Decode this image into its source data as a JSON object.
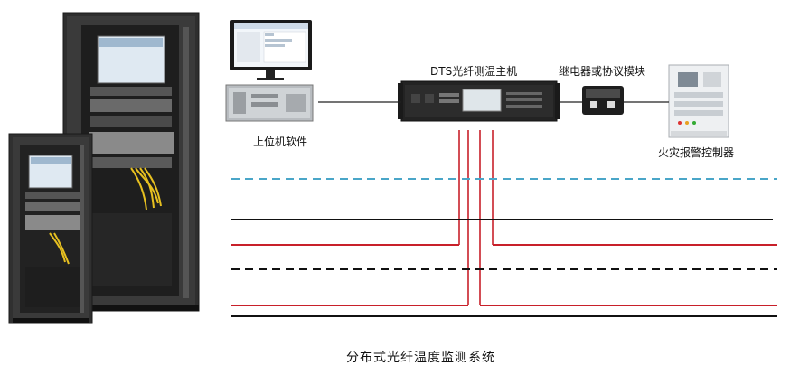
{
  "labels": {
    "host_unit": "DTS光纤测温主机",
    "relay_module": "继电器或协议模块",
    "pc_software": "上位机软件",
    "fire_controller": "火灾报警控制器"
  },
  "caption": "分布式光纤温度监测系统",
  "colors": {
    "red_fiber": "#c8202a",
    "black_line": "#111111",
    "cyan_dashed": "#4aa6c8",
    "cabinet": "#2b2b2b"
  }
}
